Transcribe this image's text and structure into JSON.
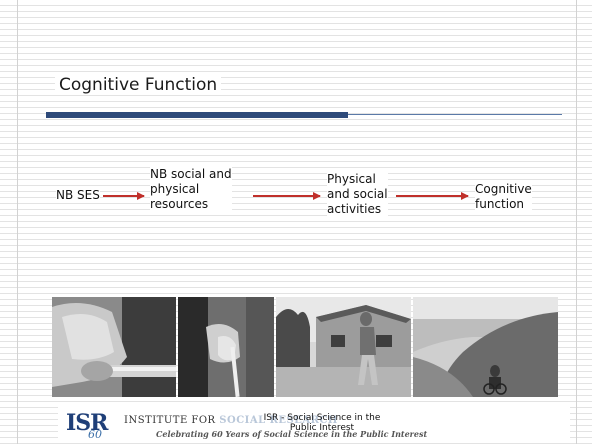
{
  "slide": {
    "title": "Cognitive Function"
  },
  "diagram": {
    "nodes": [
      {
        "id": "nb-ses",
        "lines": [
          "NB SES"
        ]
      },
      {
        "id": "nb-resources",
        "lines": [
          "NB social and",
          "physical",
          "resources"
        ]
      },
      {
        "id": "activities",
        "lines": [
          "Physical",
          "and social",
          "activities"
        ]
      },
      {
        "id": "cognitive",
        "lines": [
          "Cognitive",
          "function"
        ]
      }
    ],
    "edges": [
      {
        "from": "nb-ses",
        "to": "nb-resources"
      },
      {
        "from": "nb-resources",
        "to": "activities"
      },
      {
        "from": "activities",
        "to": "cognitive"
      }
    ],
    "arrow_color": "#c0302b"
  },
  "photos": [
    {
      "subject": "hand-on-walker"
    },
    {
      "subject": "hands-with-cane"
    },
    {
      "subject": "man-walking-street"
    },
    {
      "subject": "person-on-coastal-hill"
    }
  ],
  "footer": {
    "logo_text": "ISR",
    "logo_badge": "60",
    "institute_prefix": "INSTITUTE FOR",
    "institute_suffix": "SOCIAL RESEARCH",
    "tagline": "Celebrating 60 Years of Social Science in the Public Interest",
    "caption": "ISR - Social Science in the Public Interest"
  },
  "colors": {
    "title_bar": "#2e4a7a",
    "title_rule": "#5b7aa8",
    "arrow": "#c0302b",
    "logo": "#1f3f78"
  }
}
